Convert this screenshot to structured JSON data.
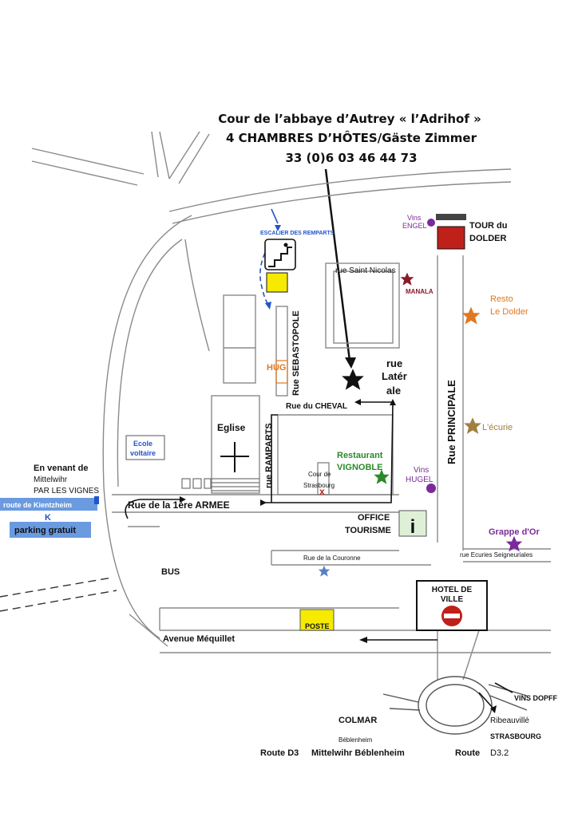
{
  "header": {
    "line1": "Cour de l’abbaye d’Autrey « l’Adrihof »",
    "line2": "4 CHAMBRES D’HÔTES/Gäste Zimmer",
    "line3": "33 (0)6 03 46 44 73"
  },
  "streets": {
    "saint_nicolas": "rue Saint Nicolas",
    "sebastopole": "Rue SEBASTOPOLE",
    "laterale_1": "rue",
    "laterale_2": "Latér",
    "laterale_3": "ale",
    "cheval": "Rue du CHEVAL",
    "remparts": "rue RAMPARTS",
    "principale": "Rue PRINCIPALE",
    "armee": "Rue de la 1ère ARMEE",
    "couronne": "Rue de la Couronne",
    "ecuries": "rue Ecuries Seigneuriales",
    "mequillet": "Avenue Méquillet"
  },
  "places": {
    "escalier": "ESCALIER DES REMPARTS",
    "hug": "HUG",
    "eglise": "Eglise",
    "ecole_1": "Ecole",
    "ecole_2": "voltaire",
    "vins_engel_1": "Vins",
    "vins_engel_2": "ENGEL",
    "tour_1": "TOUR du",
    "tour_2": "DOLDER",
    "manala": "MANALA",
    "resto_1": "Resto",
    "resto_2": "Le Dolder",
    "ecurie": "L'écurie",
    "vignoble_1": "Restaurant",
    "vignoble_2": "VIGNOBLE",
    "cour_1": "Cour de",
    "cour_2": "Strasbourg",
    "vins_hugel_1": "Vins",
    "vins_hugel_2": "HUGEL",
    "office_1": "OFFICE",
    "office_2": "TOURISME",
    "office_icon": "i",
    "grappe": "Grappe d'Or",
    "hotel_1": "HOTEL DE",
    "hotel_2": "VILLE",
    "bus": "BUS",
    "poste": "POSTE"
  },
  "left_labels": {
    "venant_1": "En venant de",
    "venant_2": "Mittelwihr",
    "venant_3": "PAR LES VIGNES",
    "kientzheim": "route de Kientzheim",
    "k": "K",
    "parking": "parking gratuit"
  },
  "destinations": {
    "vins_dopff": "VINS DOPFF",
    "colmar": "COLMAR",
    "beblenheim": "Béblenheim",
    "route_d3": "Route D3",
    "mittelwihr": "Mittelwihr Béblenheim",
    "route": "Route",
    "d32": "D3.2",
    "ribeauville": "Ribeauvillé",
    "strasbourg": "STRASBOURG"
  },
  "colors": {
    "road": "#8a8a8a",
    "blue": "#2255cc",
    "green": "#2a8a2a",
    "purple": "#7a2a9a",
    "orange": "#e07820",
    "brown": "#a08040",
    "red": "#c0201a",
    "yellow": "#f6ea00",
    "maroon": "#8a1a2a"
  }
}
